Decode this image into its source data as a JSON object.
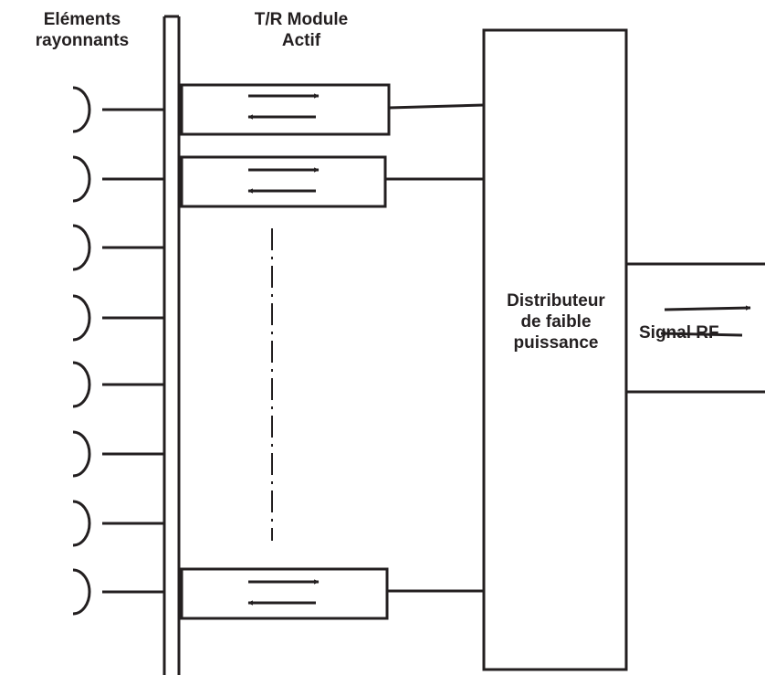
{
  "labels": {
    "radiating_elements": [
      "Eléments",
      "rayonnants"
    ],
    "tr_module": [
      "T/R Module",
      "Actif"
    ],
    "distributor": [
      "Distributeur",
      "de faible",
      "puissance"
    ],
    "signal": "Signal RF"
  },
  "colors": {
    "stroke": "#231f20",
    "background": "#ffffff"
  },
  "radiating_element_count": 8,
  "tr_module_count_drawn": 3
}
